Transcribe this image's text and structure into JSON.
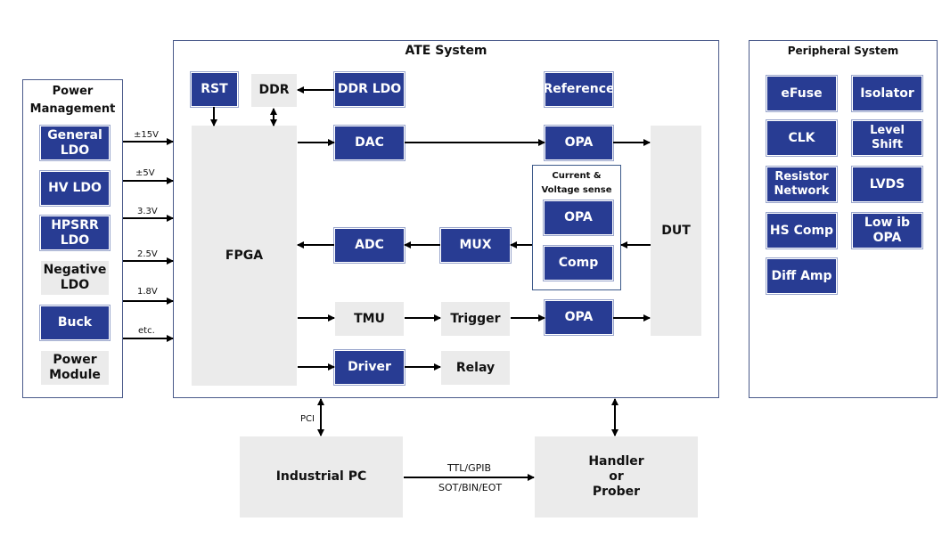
{
  "power_management": {
    "title": "Power\nManagement",
    "blocks": [
      {
        "label": "General\nLDO",
        "style": "blue"
      },
      {
        "label": "HV LDO",
        "style": "blue"
      },
      {
        "label": "HPSRR\nLDO",
        "style": "blue"
      },
      {
        "label": "Negative\nLDO",
        "style": "gray"
      },
      {
        "label": "Buck",
        "style": "blue"
      },
      {
        "label": "Power\nModule",
        "style": "gray"
      }
    ],
    "rails": [
      "±15V",
      "±5V",
      "3.3V",
      "2.5V",
      "1.8V",
      "etc."
    ]
  },
  "ate_system": {
    "title": "ATE System",
    "rst": "RST",
    "ddr": "DDR",
    "ddr_ldo": "DDR LDO",
    "reference": "Reference",
    "fpga": "FPGA",
    "dac": "DAC",
    "opa_top": "OPA",
    "sense_group": {
      "title": "Current &\nVoltage sense",
      "opa": "OPA",
      "comp": "Comp"
    },
    "adc": "ADC",
    "mux": "MUX",
    "dut": "DUT",
    "tmu": "TMU",
    "trigger": "Trigger",
    "opa_bottom": "OPA",
    "driver": "Driver",
    "relay": "Relay"
  },
  "peripheral_system": {
    "title": "Peripheral System",
    "blocks": [
      "eFuse",
      "Isolator",
      "CLK",
      "Level Shift",
      "Resistor\nNetwork",
      "LVDS",
      "HS Comp",
      "Low ib\nOPA",
      "Diff Amp"
    ]
  },
  "bottom": {
    "pci_label": "PCI",
    "industrial_pc": "Industrial PC",
    "handler": "Handler\nor\nProber",
    "link_top": "TTL/GPIB",
    "link_bottom": "SOT/BIN/EOT"
  },
  "colors": {
    "block_blue": "#283c93",
    "block_gray": "#ebebeb",
    "frame_border": "#4a5a8a"
  }
}
